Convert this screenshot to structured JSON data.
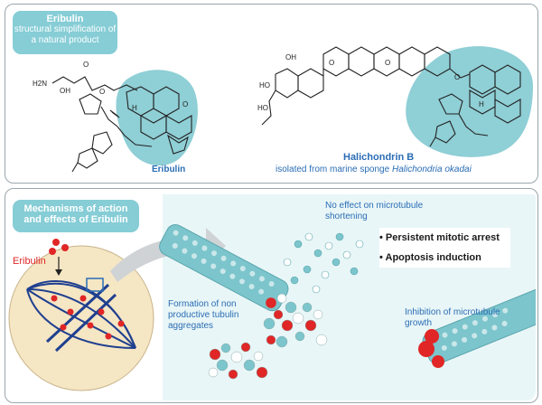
{
  "top": {
    "pill_title": "Eribulin",
    "pill_line1": "structural simplification of",
    "pill_line2": "a natural product",
    "eribulin_label": "Eribulin",
    "halichondrin_label": "Halichondrin B",
    "halichondrin_sub_prefix": "isolated from marine sponge ",
    "halichondrin_sub_species": "Halichondria okadai",
    "atoms": {
      "h2n": "H2N",
      "oh": "OH",
      "ho": "HO",
      "o": "O",
      "h": "H"
    }
  },
  "bottom": {
    "pill_line1": "Mechanisms of action",
    "pill_line2": "and effects of Eribulin",
    "eribulin_tag": "Eribulin",
    "no_effect_1": "No effect on microtubule",
    "no_effect_2": "shortening",
    "formation_1": "Formation of non",
    "formation_2": "productive tubulin",
    "formation_3": "aggregates",
    "inhibition_1": "Inhibition of microtubule",
    "inhibition_2": "growth",
    "bullets": [
      "Persistent mitotic arrest",
      "Apoptosis induction"
    ]
  },
  "colors": {
    "teal_highlight": "#8fcfd6",
    "label_blue": "#2a6db5",
    "spindle_blue": "#1f3f8f",
    "drug_red": "#e02626",
    "cell_fill": "#f5e6c4",
    "tubulin_teal": "#7cc5cc"
  }
}
